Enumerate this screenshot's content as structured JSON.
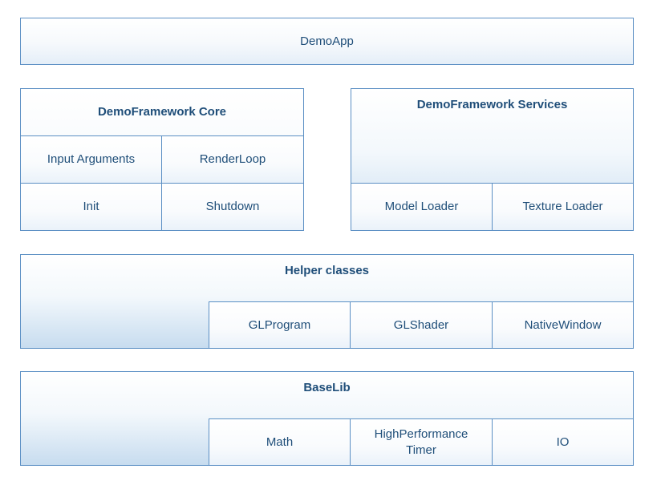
{
  "demoapp": {
    "label": "DemoApp"
  },
  "core": {
    "title": "DemoFramework Core",
    "cells": [
      "Input Arguments",
      "RenderLoop",
      "Init",
      "Shutdown"
    ]
  },
  "services": {
    "title": "DemoFramework Services",
    "cells": [
      "Model Loader",
      "Texture Loader"
    ]
  },
  "helper": {
    "title": "Helper classes",
    "cells": [
      "GLProgram",
      "GLShader",
      "NativeWindow"
    ]
  },
  "baselib": {
    "title": "BaseLib",
    "cells": [
      "Math",
      "HighPerformance Timer",
      "IO"
    ]
  },
  "colors": {
    "border": "#5b8fc4",
    "text": "#1f4e79",
    "gradient_bottom": "#c7dcef"
  }
}
